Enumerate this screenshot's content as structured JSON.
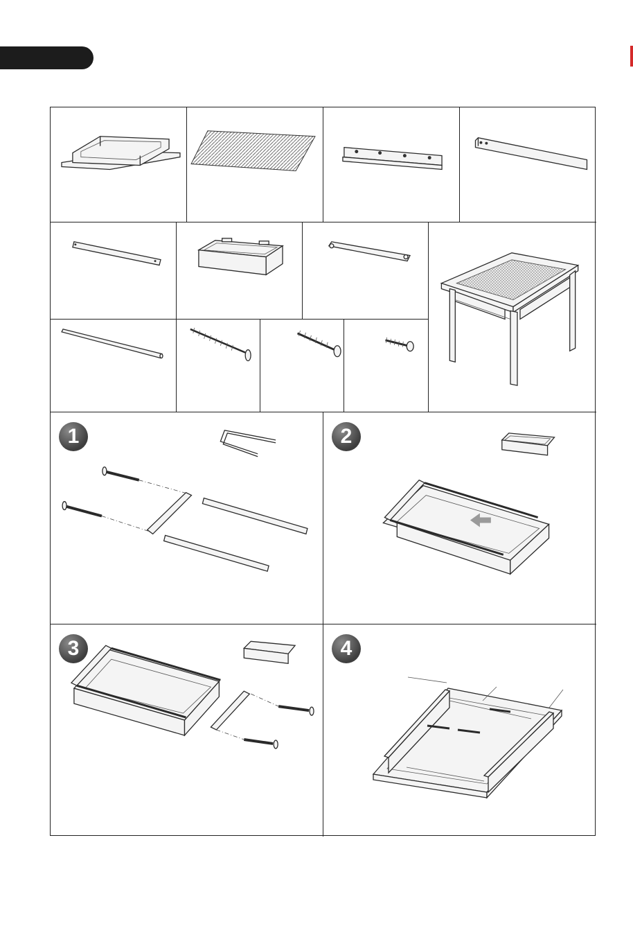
{
  "steps": [
    {
      "number": "1"
    },
    {
      "number": "2"
    },
    {
      "number": "3"
    },
    {
      "number": "4"
    }
  ],
  "colors": {
    "tab": "#1c1c1c",
    "accent": "#d42a2a",
    "badge": "#5a5a5a",
    "line": "#2a2a2a"
  }
}
